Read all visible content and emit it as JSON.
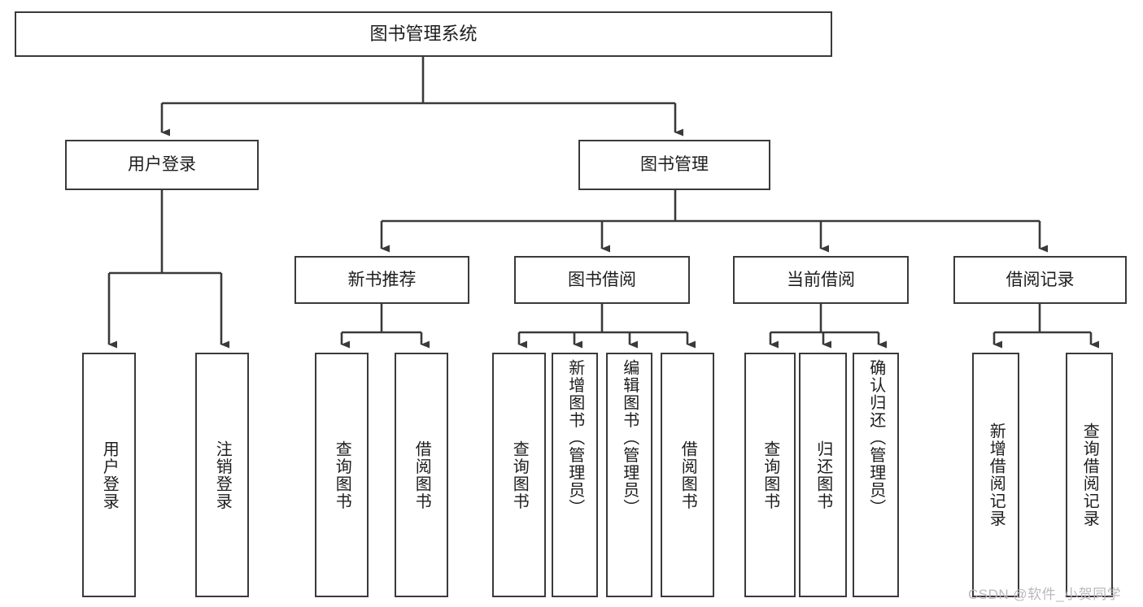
{
  "diagram": {
    "type": "tree-hierarchy",
    "title": "图书管理系统",
    "stroke_color": "#3a3a3a",
    "background_color": "#ffffff",
    "levels": {
      "root": {
        "label": "图书管理系统"
      },
      "level2": [
        {
          "label": "用户登录"
        },
        {
          "label": "图书管理"
        }
      ],
      "level3": [
        {
          "label": "新书推荐"
        },
        {
          "label": "图书借阅"
        },
        {
          "label": "当前借阅"
        },
        {
          "label": "借阅记录"
        }
      ],
      "leaves": [
        {
          "label": "用户登录",
          "parent": "用户登录",
          "orientation": "vertical"
        },
        {
          "label": "注销登录",
          "parent": "用户登录",
          "orientation": "vertical"
        },
        {
          "label": "查询图书",
          "parent": "新书推荐",
          "orientation": "vertical"
        },
        {
          "label": "借阅图书",
          "parent": "新书推荐",
          "orientation": "vertical"
        },
        {
          "label": "查询图书",
          "parent": "图书借阅",
          "orientation": "vertical"
        },
        {
          "label": "新增图书（管理员）",
          "parent": "图书借阅",
          "orientation": "vertical"
        },
        {
          "label": "编辑图书（管理员）",
          "parent": "图书借阅",
          "orientation": "vertical"
        },
        {
          "label": "借阅图书",
          "parent": "图书借阅",
          "orientation": "vertical"
        },
        {
          "label": "查询图书",
          "parent": "当前借阅",
          "orientation": "vertical"
        },
        {
          "label": "归还图书",
          "parent": "当前借阅",
          "orientation": "vertical"
        },
        {
          "label": "确认归还（管理员）",
          "parent": "当前借阅",
          "orientation": "vertical"
        },
        {
          "label": "新增借阅记录",
          "parent": "借阅记录",
          "orientation": "vertical"
        },
        {
          "label": "查询借阅记录",
          "parent": "借阅记录",
          "orientation": "vertical"
        }
      ]
    }
  },
  "watermark": {
    "text": "CSDN @软件_小贺同学",
    "color": "#b9b9b9"
  }
}
